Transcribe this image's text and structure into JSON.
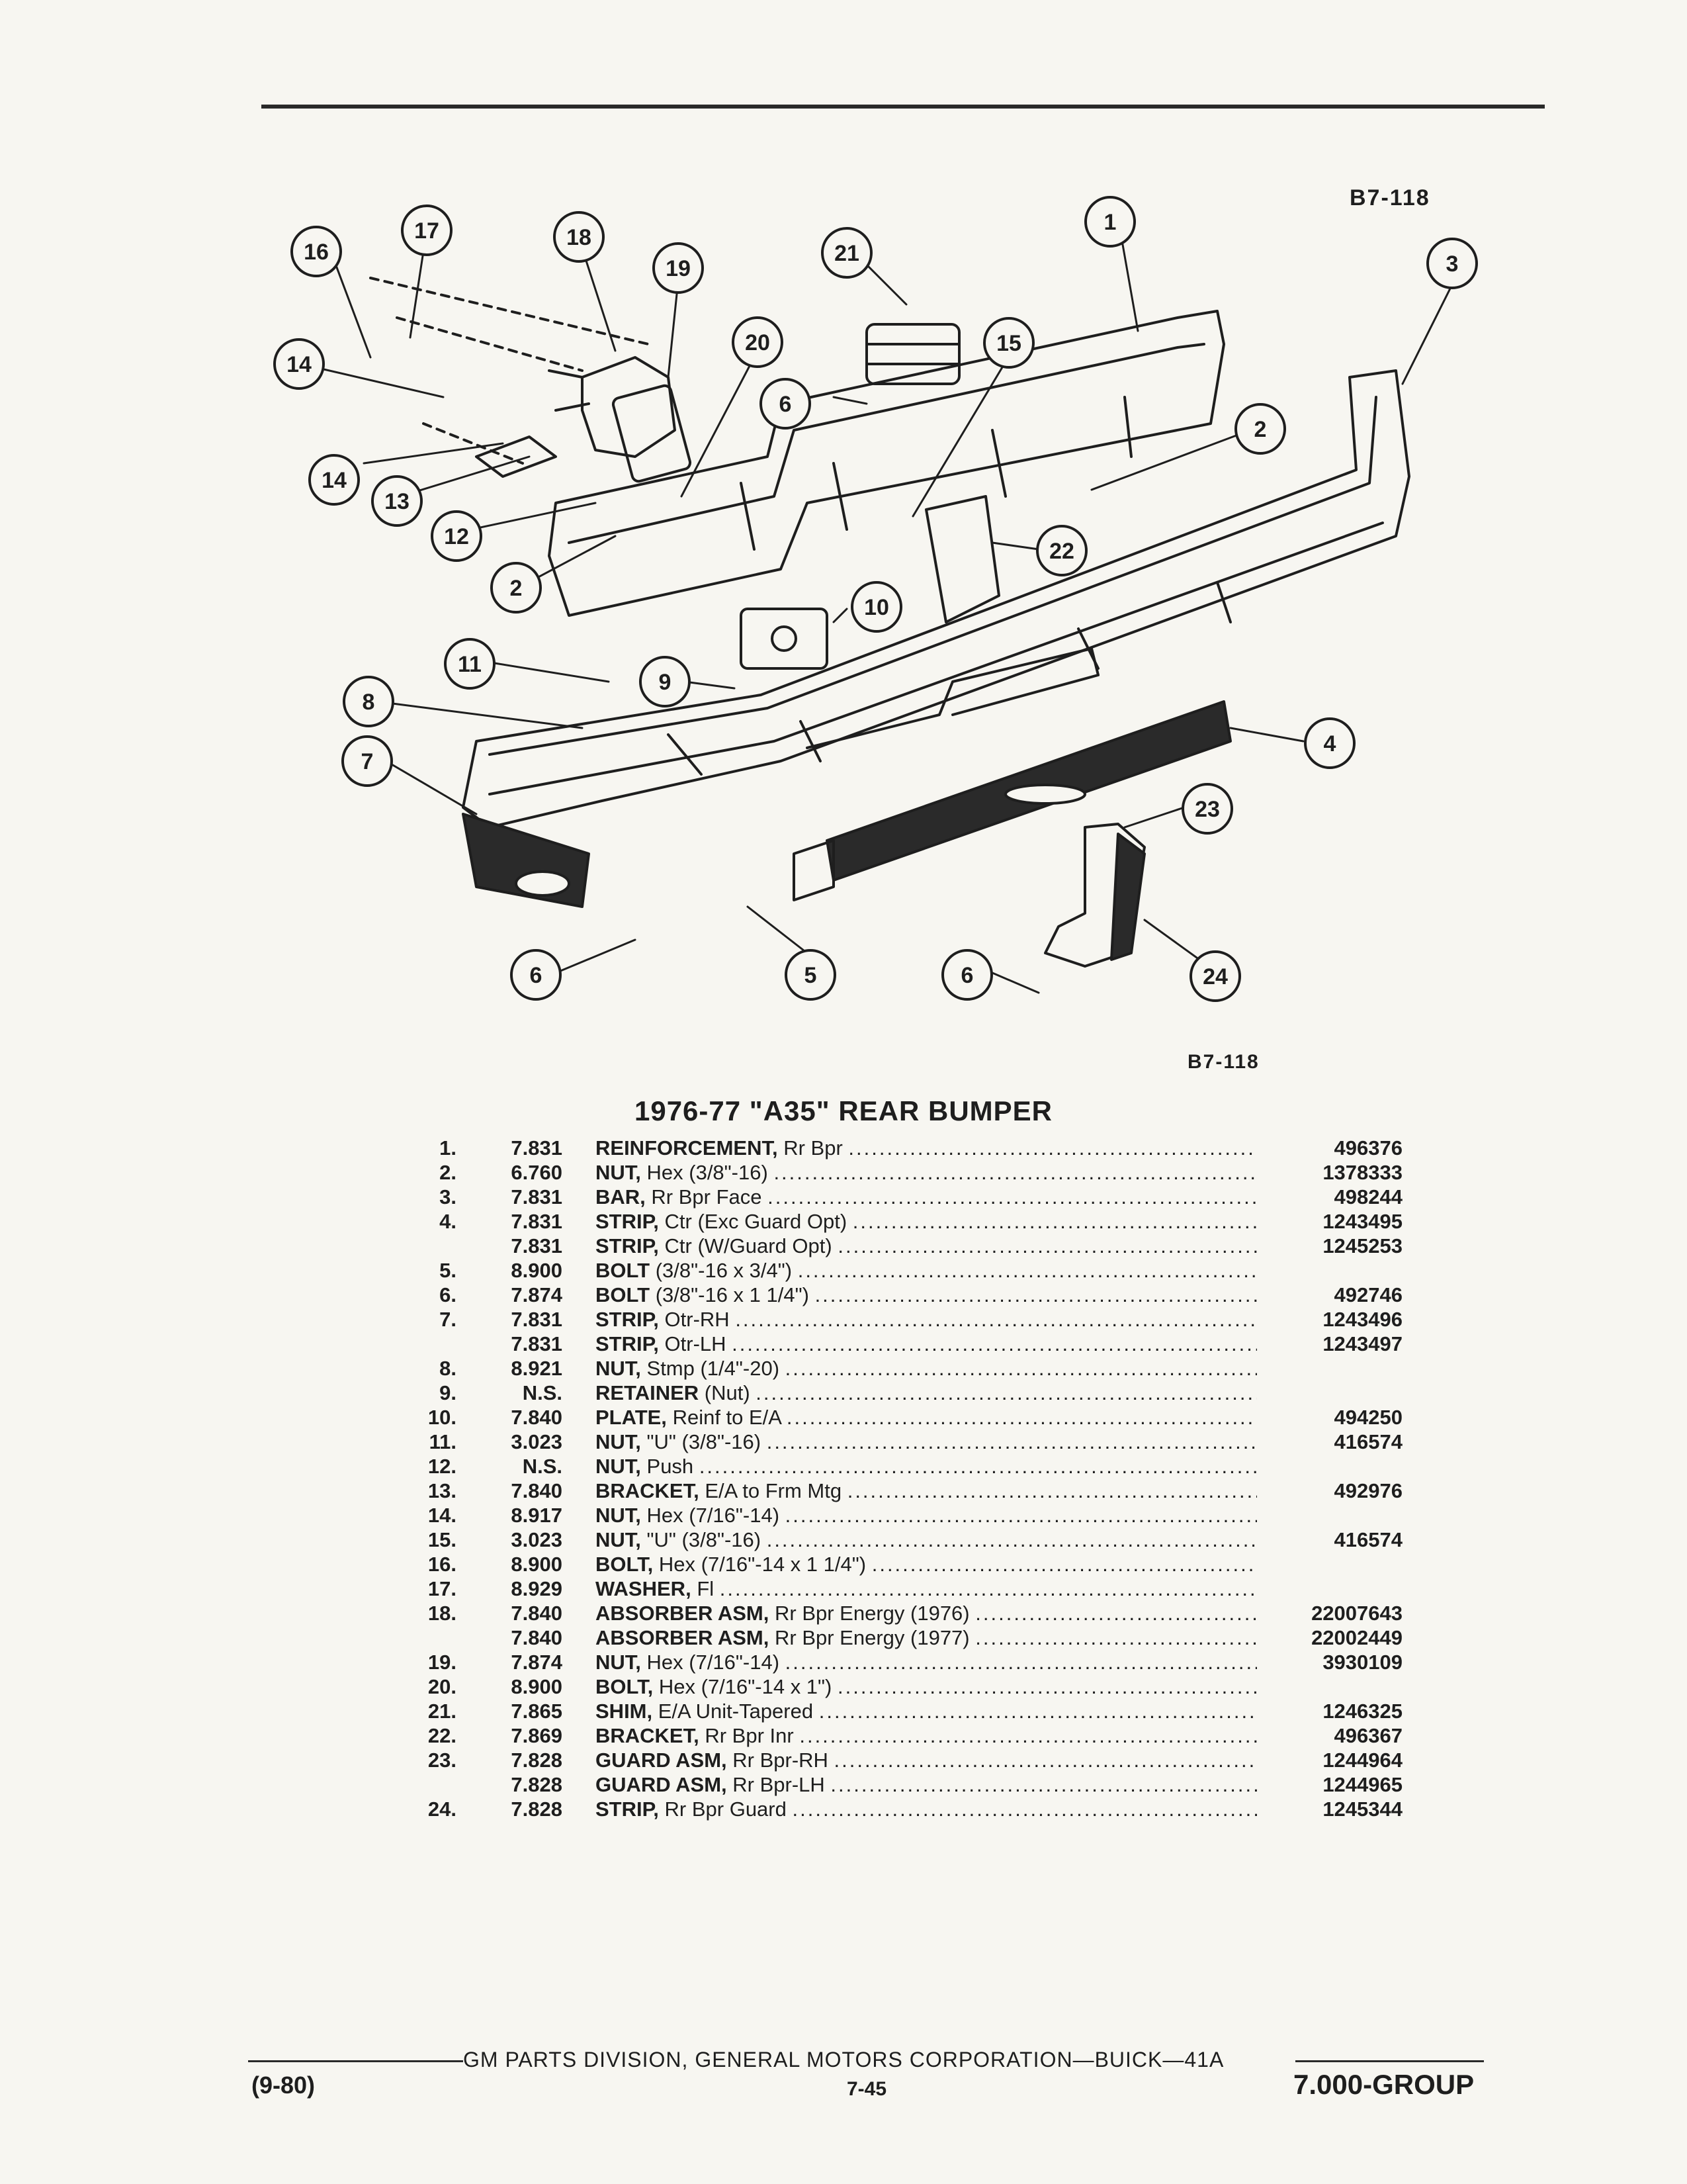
{
  "diagram": {
    "code_top": "B7-118",
    "code_bottom": "B7-118",
    "callouts": [
      "16",
      "17",
      "18",
      "19",
      "21",
      "1",
      "3",
      "14",
      "20",
      "15",
      "6",
      "2",
      "14",
      "13",
      "12",
      "2",
      "22",
      "10",
      "11",
      "9",
      "8",
      "4",
      "7",
      "23",
      "6",
      "5",
      "6",
      "24"
    ]
  },
  "title": "1976-77 \"A35\" REAR BUMPER",
  "parts": [
    {
      "num": "1.",
      "group": "7.831",
      "name": "REINFORCEMENT,",
      "detail": "Rr Bpr",
      "part": "496376"
    },
    {
      "num": "2.",
      "group": "6.760",
      "name": "NUT,",
      "detail": "Hex (3/8\"-16)",
      "part": "1378333"
    },
    {
      "num": "3.",
      "group": "7.831",
      "name": "BAR,",
      "detail": "Rr Bpr Face",
      "part": "498244"
    },
    {
      "num": "4.",
      "group": "7.831",
      "name": "STRIP,",
      "detail": "Ctr (Exc Guard Opt)",
      "part": "1243495"
    },
    {
      "num": "",
      "group": "7.831",
      "name": "STRIP,",
      "detail": "Ctr (W/Guard Opt)",
      "part": "1245253"
    },
    {
      "num": "5.",
      "group": "8.900",
      "name": "BOLT",
      "detail": "(3/8\"-16 x 3/4\")",
      "part": ""
    },
    {
      "num": "6.",
      "group": "7.874",
      "name": "BOLT",
      "detail": "(3/8\"-16 x 1 1/4\")",
      "part": "492746"
    },
    {
      "num": "7.",
      "group": "7.831",
      "name": "STRIP,",
      "detail": "Otr-RH",
      "part": "1243496"
    },
    {
      "num": "",
      "group": "7.831",
      "name": "STRIP,",
      "detail": "Otr-LH",
      "part": "1243497"
    },
    {
      "num": "8.",
      "group": "8.921",
      "name": "NUT,",
      "detail": "Stmp (1/4\"-20)",
      "part": ""
    },
    {
      "num": "9.",
      "group": "N.S.",
      "name": "RETAINER",
      "detail": "(Nut)",
      "part": ""
    },
    {
      "num": "10.",
      "group": "7.840",
      "name": "PLATE,",
      "detail": "Reinf to E/A",
      "part": "494250"
    },
    {
      "num": "11.",
      "group": "3.023",
      "name": "NUT,",
      "detail": "\"U\" (3/8\"-16)",
      "part": "416574"
    },
    {
      "num": "12.",
      "group": "N.S.",
      "name": "NUT,",
      "detail": "Push",
      "part": ""
    },
    {
      "num": "13.",
      "group": "7.840",
      "name": "BRACKET,",
      "detail": "E/A to Frm Mtg",
      "part": "492976"
    },
    {
      "num": "14.",
      "group": "8.917",
      "name": "NUT,",
      "detail": "Hex (7/16\"-14)",
      "part": ""
    },
    {
      "num": "15.",
      "group": "3.023",
      "name": "NUT,",
      "detail": "\"U\" (3/8\"-16)",
      "part": "416574"
    },
    {
      "num": "16.",
      "group": "8.900",
      "name": "BOLT,",
      "detail": "Hex (7/16\"-14 x 1 1/4\")",
      "part": ""
    },
    {
      "num": "17.",
      "group": "8.929",
      "name": "WASHER,",
      "detail": "Fl",
      "part": ""
    },
    {
      "num": "18.",
      "group": "7.840",
      "name": "ABSORBER ASM,",
      "detail": "Rr Bpr Energy (1976)",
      "part": "22007643"
    },
    {
      "num": "",
      "group": "7.840",
      "name": "ABSORBER ASM,",
      "detail": "Rr Bpr Energy (1977)",
      "part": "22002449"
    },
    {
      "num": "19.",
      "group": "7.874",
      "name": "NUT,",
      "detail": "Hex (7/16\"-14)",
      "part": "3930109"
    },
    {
      "num": "20.",
      "group": "8.900",
      "name": "BOLT,",
      "detail": "Hex (7/16\"-14 x 1\")",
      "part": ""
    },
    {
      "num": "21.",
      "group": "7.865",
      "name": "SHIM,",
      "detail": "E/A Unit-Tapered",
      "part": "1246325"
    },
    {
      "num": "22.",
      "group": "7.869",
      "name": "BRACKET,",
      "detail": "Rr Bpr Inr",
      "part": "496367"
    },
    {
      "num": "23.",
      "group": "7.828",
      "name": "GUARD ASM,",
      "detail": "Rr Bpr-RH",
      "part": "1244964"
    },
    {
      "num": "",
      "group": "7.828",
      "name": "GUARD ASM,",
      "detail": "Rr Bpr-LH",
      "part": "1244965"
    },
    {
      "num": "24.",
      "group": "7.828",
      "name": "STRIP,",
      "detail": "Rr Bpr Guard",
      "part": "1245344"
    }
  ],
  "footer": {
    "center": "GM PARTS DIVISION, GENERAL MOTORS CORPORATION—BUICK—41A",
    "date": "(9-80)",
    "page": "7-45",
    "group": "7.000-GROUP"
  }
}
